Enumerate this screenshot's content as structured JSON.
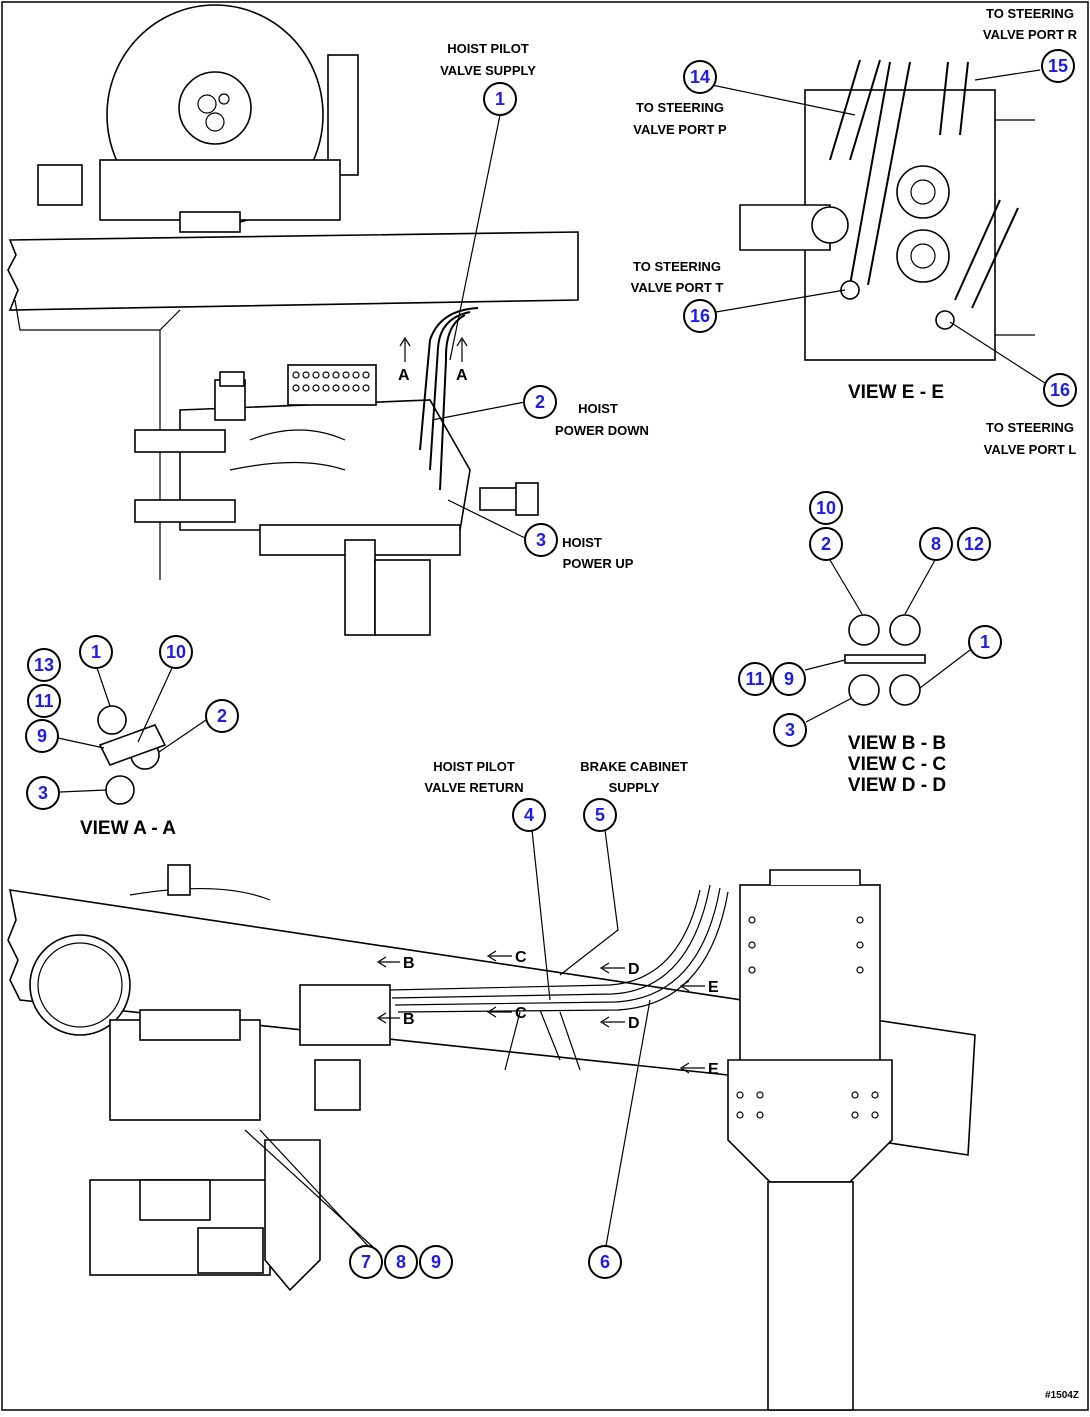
{
  "accent_color": "#1d1de6",
  "labels": {
    "hoist_pilot_valve_supply_1": "HOIST PILOT",
    "hoist_pilot_valve_supply_2": "VALVE SUPPLY",
    "hoist_power_down_1": "HOIST",
    "hoist_power_down_2": "POWER DOWN",
    "hoist_power_up_1": "HOIST",
    "hoist_power_up_2": "POWER UP",
    "to_steering_p_1": "TO STEERING",
    "to_steering_p_2": "VALVE PORT P",
    "to_steering_r_1": "TO STEERING",
    "to_steering_r_2": "VALVE PORT R",
    "to_steering_t_1": "TO STEERING",
    "to_steering_t_2": "VALVE PORT T",
    "to_steering_l_1": "TO STEERING",
    "to_steering_l_2": "VALVE PORT L",
    "hoist_pilot_valve_return_1": "HOIST PILOT",
    "hoist_pilot_valve_return_2": "VALVE RETURN",
    "brake_cabinet_supply_1": "BRAKE CABINET",
    "brake_cabinet_supply_2": "SUPPLY",
    "figure_id": "#1504Z"
  },
  "views": {
    "view_ee": "VIEW E - E",
    "view_aa": "VIEW A - A",
    "view_bb": "VIEW B - B",
    "view_cc": "VIEW C - C",
    "view_dd": "VIEW D - D"
  },
  "section_letters": {
    "a": "A",
    "b": "B",
    "c": "C",
    "d": "D",
    "e": "E"
  },
  "callouts": [
    "1",
    "2",
    "3",
    "4",
    "5",
    "6",
    "7",
    "8",
    "9",
    "10",
    "11",
    "12",
    "13",
    "14",
    "15",
    "16"
  ]
}
